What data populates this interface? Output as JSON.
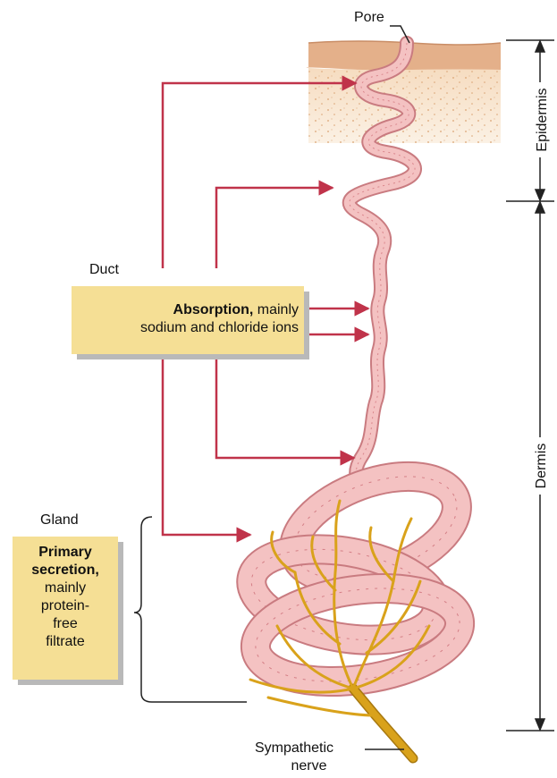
{
  "labels": {
    "pore": "Pore",
    "duct": "Duct",
    "gland": "Gland",
    "nerve_line1": "Sympathetic",
    "nerve_line2": "nerve",
    "epidermis": "Epidermis",
    "dermis": "Dermis"
  },
  "absorption_box": {
    "bold": "Absorption,",
    "rest_line1": " mainly",
    "line2": "sodium and chloride ions"
  },
  "secretion_box": {
    "bold_line1": "Primary",
    "bold_line2": "secretion,",
    "line3": "mainly",
    "line4": "protein-",
    "line5": "free",
    "line6": "filtrate"
  },
  "colors": {
    "arrow": "#c0334a",
    "duct_fill": "#f4c2c2",
    "duct_stroke": "#c97b80",
    "skin_surface": "#e6b48c",
    "skin_body": "#f6e1c8",
    "nerve": "#d9a21b",
    "box": "#f5df95"
  }
}
